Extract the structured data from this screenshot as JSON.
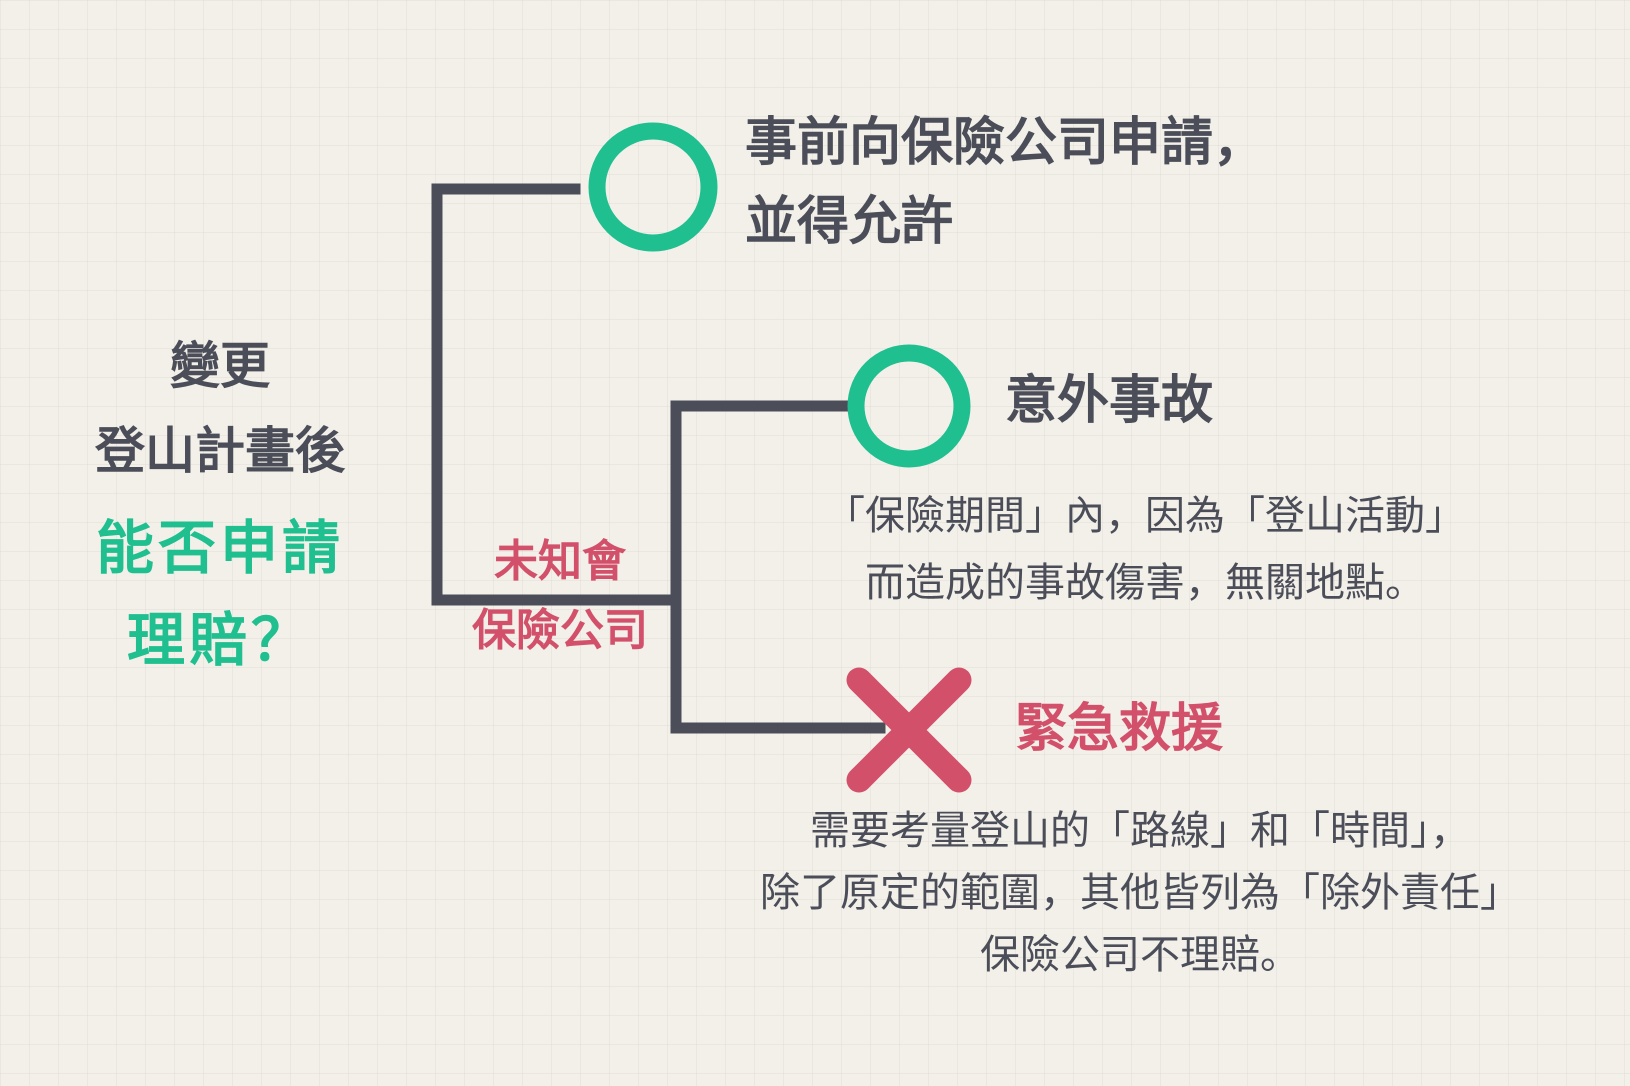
{
  "question": {
    "line1": "變更",
    "line2": "登山計畫後",
    "line3": "能否申請",
    "line4": "理賠？"
  },
  "condition": {
    "line1": "未知會",
    "line2": "保險公司"
  },
  "branches": [
    {
      "verdict": "circle",
      "title_line1": "事前向保險公司申請，",
      "title_line2": "並得允許"
    },
    {
      "verdict": "circle",
      "title": "意外事故",
      "desc_line1": "「保險期間」內，因為「登山活動」",
      "desc_line2": "而造成的事故傷害，無關地點。"
    },
    {
      "verdict": "cross",
      "title": "緊急救援",
      "desc_line1": "需要考量登山的「路線」和「時間」，",
      "desc_line2": "除了原定的範圍，其他皆列為「除外責任」",
      "desc_line3": "保險公司不理賠。"
    }
  ],
  "colors": {
    "background": "#f3f0ea",
    "line": "#4b4e58",
    "text": "#4b4e58",
    "ok": "#1fbf8f",
    "no": "#d2506a"
  }
}
